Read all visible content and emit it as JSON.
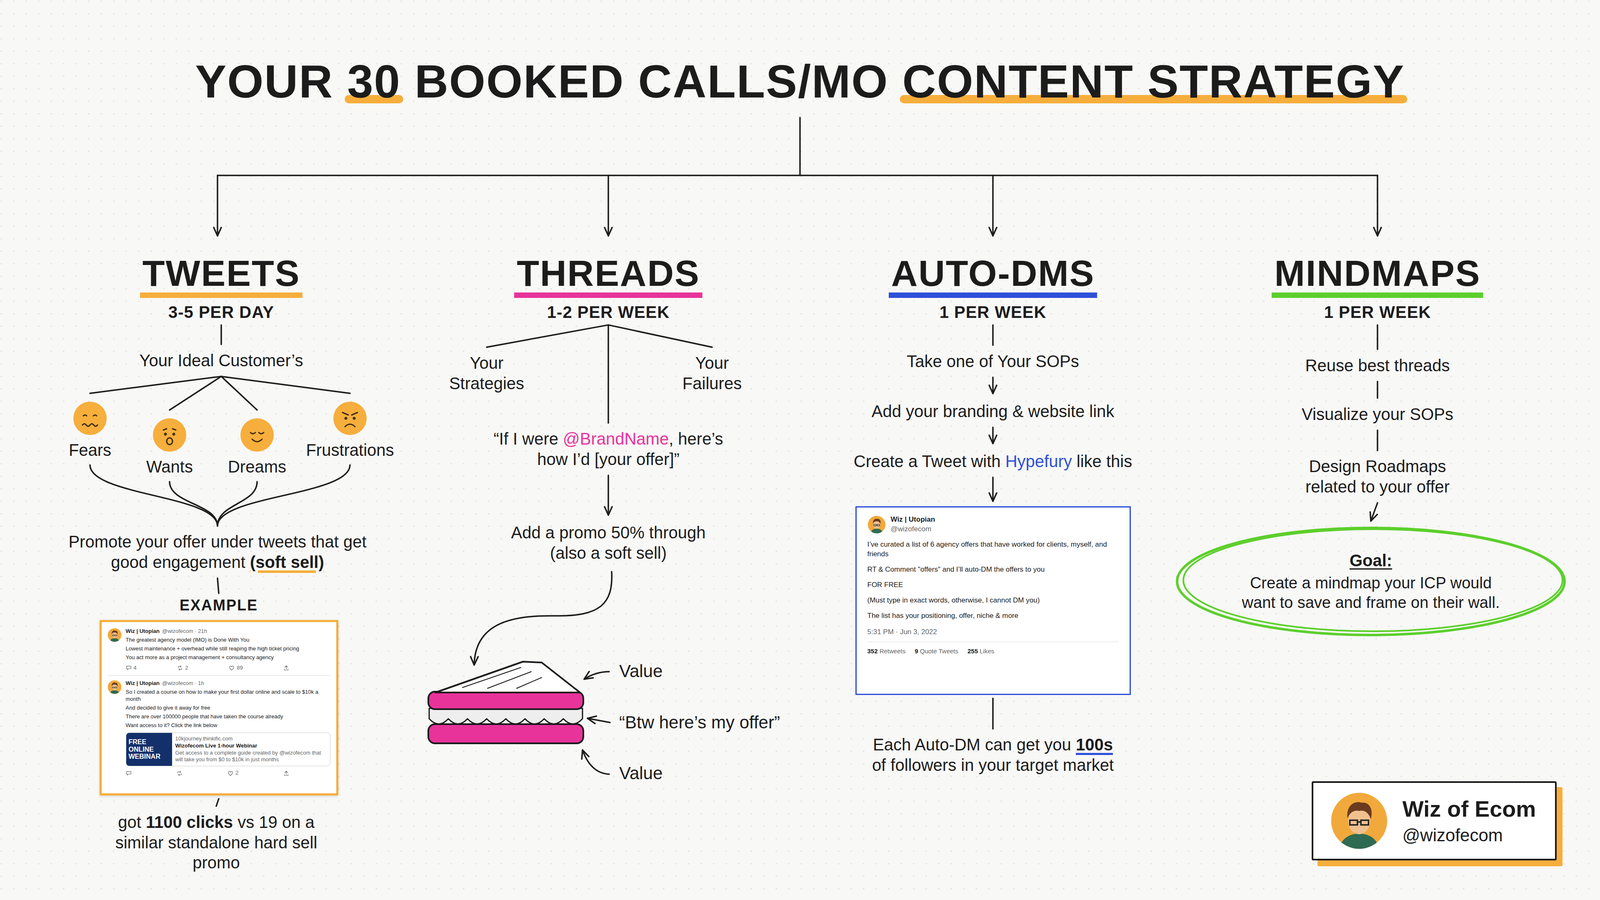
{
  "diagram": {
    "title": "YOUR 30 BOOKED CALLS/MO CONTENT STRATEGY",
    "nodes": [
      {
        "text": [
          "TWEETS",
          "3-5 PER DAY"
        ]
      },
      {
        "text": [
          "Your Ideal Customer’s"
        ]
      },
      {
        "text": [
          "Fears"
        ]
      },
      {
        "text": [
          "Wants"
        ]
      },
      {
        "text": [
          "Dreams"
        ]
      },
      {
        "text": [
          "Frustrations"
        ]
      },
      {
        "text": [
          "Promote your offer under tweets that get good engagement (soft sell)"
        ]
      },
      {
        "text": [
          "EXAMPLE",
          "Wiz | Utopian",
          "@wizofecom · 21h",
          "The greatest agency model (IMO) is Done With You",
          "Lowest maintenance + overhead while still reaping the high ticket pricing",
          "You act more as a project management + consultancy agency",
          "4",
          "2",
          "89",
          "Wiz | Utopian",
          "@wizofecom · 1h",
          "So I created a course on how to make your first dollar online and scale to $10k a month",
          "And decided to give it away for free",
          "There are over 100000 people that have taken the course already",
          "Want access to it? Click the link below",
          "FREE ONLINE WEBINAR",
          "10kjourney.thinkific.com",
          "Wizofecom Live 1-hour Webinar",
          "Get access to a complete guide created by @wizofecom that will take you from $0 to $10k in just months",
          "2"
        ]
      },
      {
        "text": [
          "got 1100 clicks vs 19 on a similar standalone hard sell promo"
        ]
      },
      {
        "text": [
          "THREADS",
          "1-2 PER WEEK"
        ]
      },
      {
        "text": [
          "Your Strategies"
        ]
      },
      {
        "text": [
          "Your Failures"
        ]
      },
      {
        "text": [
          "“If I were @BrandName, here’s how I’d [your offer]”"
        ]
      },
      {
        "text": [
          "Add a promo 50% through (also a soft sell)"
        ]
      },
      {
        "text": [
          "AUTO-DMS",
          "1 PER WEEK"
        ]
      },
      {
        "text": [
          "Take one of Your SOPs"
        ]
      },
      {
        "text": [
          "Add your branding & website link"
        ]
      },
      {
        "text": [
          "Create a Tweet with Hypefury like this"
        ]
      },
      {
        "text": [
          "Wiz | Utopian",
          "@wizofecom",
          "I’ve curated a list of 6 agency offers that have worked for clients, myself, and friends",
          "RT & Comment \"offers\" and I’ll auto-DM the offers to you",
          "FOR FREE",
          "(Must type in exact words, otherwise, I cannot DM you)",
          "The list has your positioning, offer, niche & more",
          "5:31 PM · Jun 3, 2022",
          "352 Retweets",
          "9 Quote Tweets",
          "255 Likes"
        ]
      },
      {
        "text": [
          "Each Auto-DM can get you 100s of followers in your target market"
        ]
      },
      {
        "text": [
          "MINDMAPS",
          "1 PER WEEK"
        ]
      },
      {
        "text": [
          "Reuse best threads"
        ]
      },
      {
        "text": [
          "Visualize your SOPs"
        ]
      },
      {
        "text": [
          "Design Roadmaps related to your offer"
        ]
      },
      {
        "text": [
          "Goal:",
          "Create a mindmap your ICP would want to save and frame on their wall."
        ]
      },
      {
        "text": [
          "Wiz of Ecom",
          "@wizofecom"
        ]
      }
    ],
    "edges": [
      {
        "from": 0,
        "to": 1,
        "arrow": "none"
      },
      {
        "from": 1,
        "to": 2,
        "arrow": "none"
      },
      {
        "from": 1,
        "to": 3,
        "arrow": "none"
      },
      {
        "from": 1,
        "to": 4,
        "arrow": "none"
      },
      {
        "from": 1,
        "to": 5,
        "arrow": "none"
      },
      {
        "from": 2,
        "to": 6,
        "arrow": "none"
      },
      {
        "from": 3,
        "to": 6,
        "arrow": "none"
      },
      {
        "from": 4,
        "to": 6,
        "arrow": "none"
      },
      {
        "from": 5,
        "to": 6,
        "arrow": "none"
      },
      {
        "from": 6,
        "to": 7,
        "arrow": "none"
      },
      {
        "from": 7,
        "to": 8,
        "arrow": "none"
      },
      {
        "from": 9,
        "to": 10,
        "arrow": "none"
      },
      {
        "from": 9,
        "to": 12,
        "arrow": "none"
      },
      {
        "from": 9,
        "to": 11,
        "arrow": "none"
      },
      {
        "from": 12,
        "to": 13,
        "arrow": "to"
      },
      {
        "from": 14,
        "to": 15,
        "arrow": "none"
      },
      {
        "from": 15,
        "to": 16,
        "arrow": "to"
      },
      {
        "from": 16,
        "to": 17,
        "arrow": "to"
      },
      {
        "from": 17,
        "to": 18,
        "arrow": "to"
      },
      {
        "from": 18,
        "to": 19,
        "arrow": "none"
      },
      {
        "from": 20,
        "to": 21,
        "arrow": "none"
      },
      {
        "from": 21,
        "to": 22,
        "arrow": "none"
      },
      {
        "from": 22,
        "to": 23,
        "arrow": "none"
      },
      {
        "from": 23,
        "to": 24,
        "arrow": "to"
      }
    ],
    "labels": [
      "Value",
      "“Btw here’s my offer”",
      "Value"
    ]
  }
}
